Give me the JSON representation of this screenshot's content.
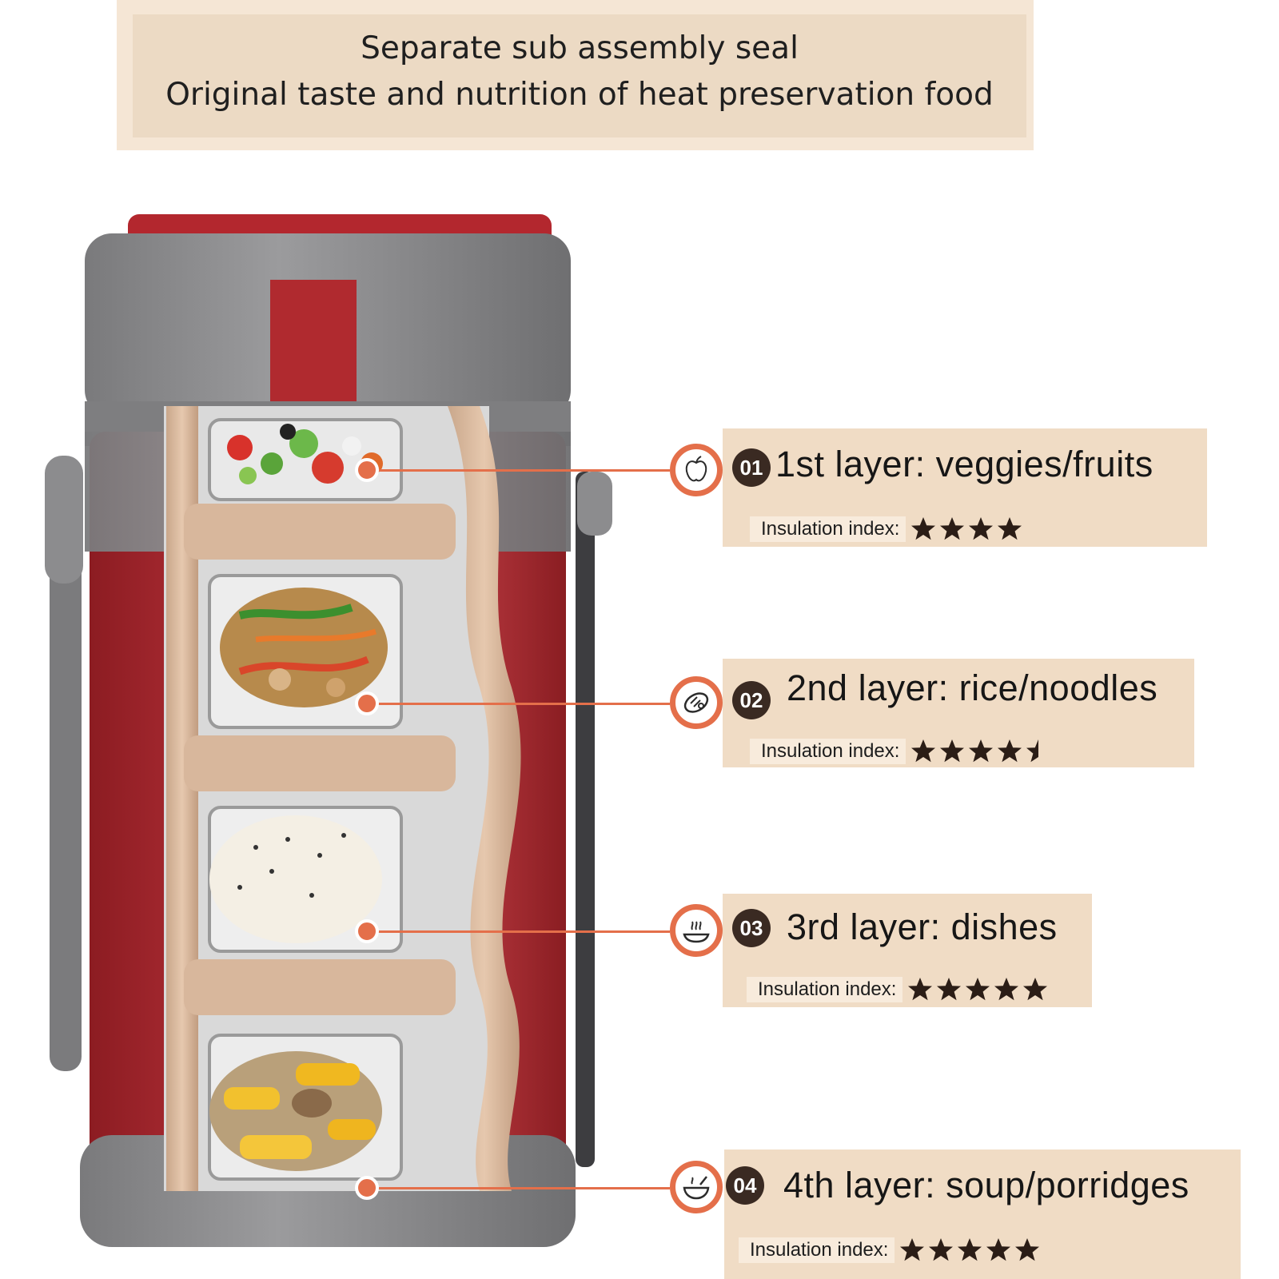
{
  "banner": {
    "line1": "Separate sub assembly seal",
    "line2": "Original taste and nutrition of heat preservation food"
  },
  "layers": [
    {
      "badge": "01",
      "title": "1st layer: veggies/fruits",
      "insulation_label": "Insulation index:",
      "rating": 4,
      "icon": "apple-icon"
    },
    {
      "badge": "02",
      "title": "2nd layer: rice/noodles",
      "insulation_label": "Insulation index:",
      "rating": 4.5,
      "icon": "meat-icon"
    },
    {
      "badge": "03",
      "title": "3rd layer: dishes",
      "insulation_label": "Insulation index:",
      "rating": 5,
      "icon": "steaming-dish-icon"
    },
    {
      "badge": "04",
      "title": "4th layer: soup/porridges",
      "insulation_label": "Insulation index:",
      "rating": 5,
      "icon": "soup-bowl-icon"
    }
  ],
  "colors": {
    "accent": "#e46f4a",
    "container_red": "#b02a2f",
    "container_gray": "#8d8d8f",
    "panel": "#f0dcc5",
    "star": "#2b1d16"
  }
}
